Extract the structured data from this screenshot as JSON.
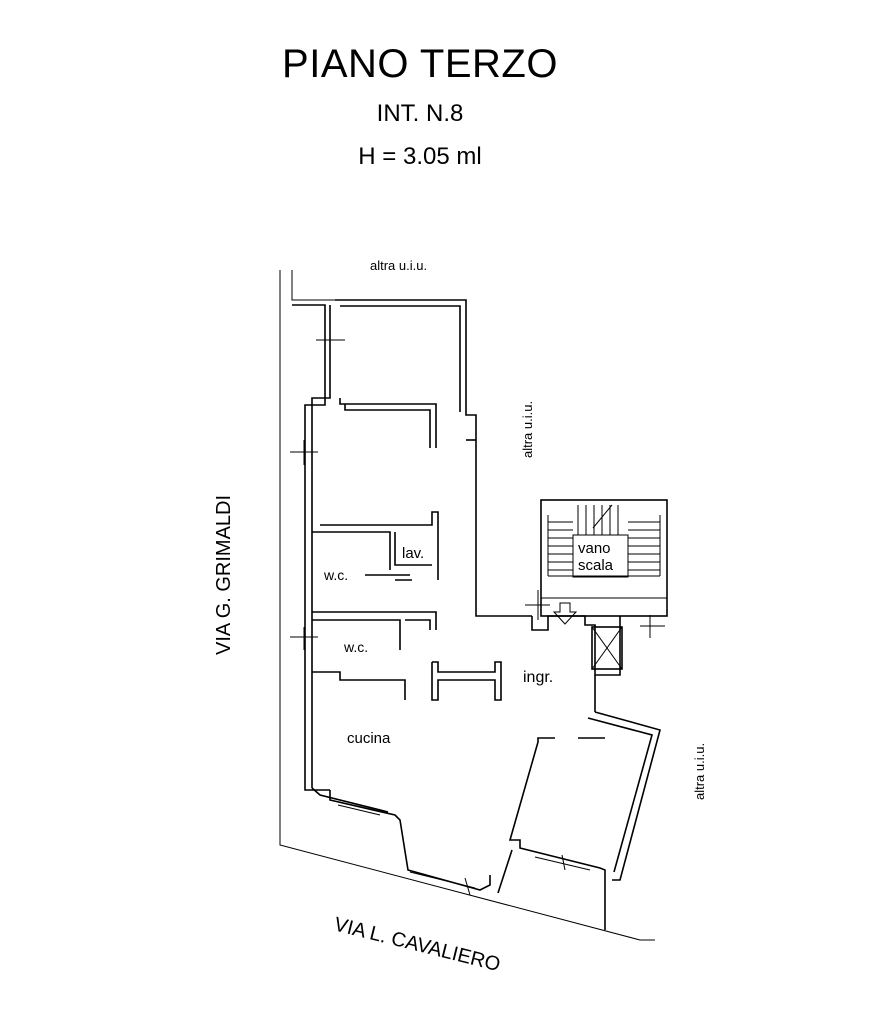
{
  "header": {
    "title": "PIANO TERZO",
    "unit": "INT. N.8",
    "height": "H = 3.05 ml"
  },
  "labels": {
    "altra_top": "altra u.i.u.",
    "altra_right_upper": "altra u.i.u.",
    "altra_right_lower": "altra u.i.u.",
    "street_left": "VIA G. GRIMALDI",
    "street_bottom": "VIA L. CAVALIERO"
  },
  "rooms": {
    "lav": "lav.",
    "wc1": "w.c.",
    "wc2": "w.c.",
    "ingr": "ingr.",
    "cucina": "cucina",
    "vano": "vano",
    "scala": "scala"
  }
}
